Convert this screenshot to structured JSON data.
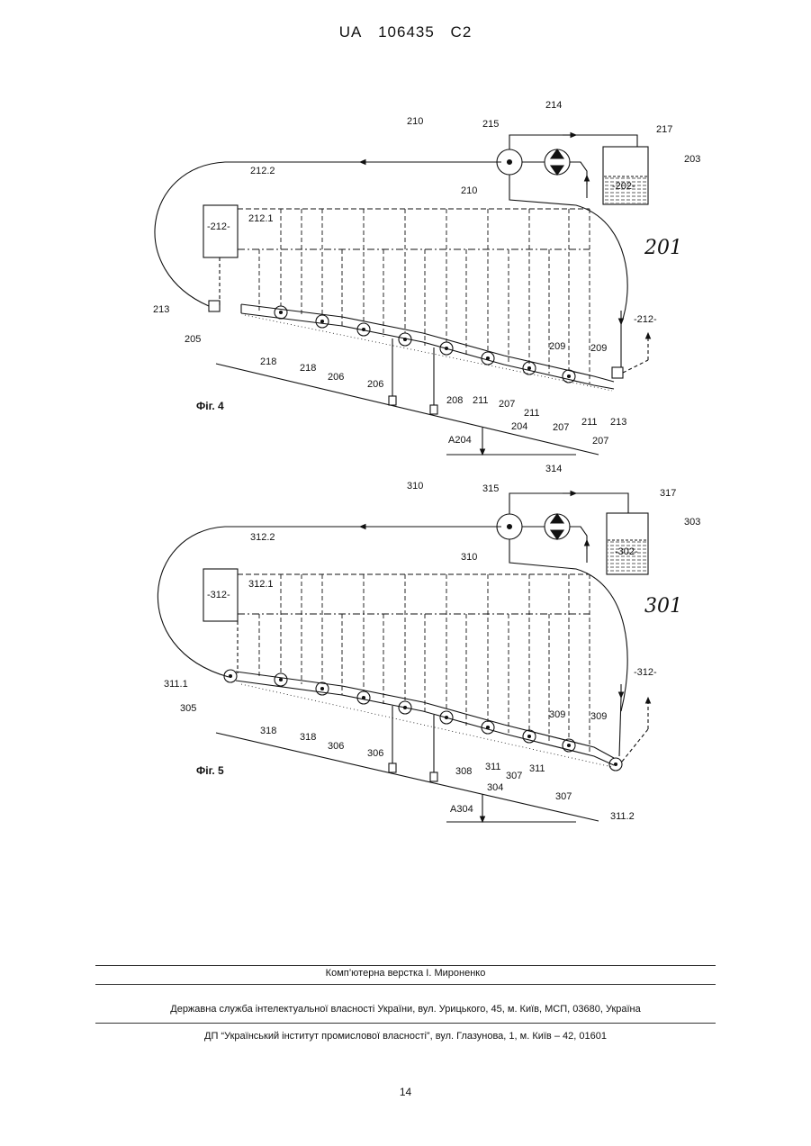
{
  "header": {
    "office": "UA",
    "number": "106435",
    "kind": "C2"
  },
  "figure4": {
    "caption": "Фіг. 4",
    "system_ref": "201",
    "labels": {
      "l210a": "210",
      "l210b": "210",
      "l215": "215",
      "l214": "214",
      "l217": "217",
      "l203": "203",
      "l202": "-202-",
      "l212_2": "212.2",
      "l212box": "-212-",
      "l212_1": "212.1",
      "l213a": "213",
      "l213b": "213",
      "l212right": "-212-",
      "l205": "205",
      "l218a": "218",
      "l218b": "218",
      "l206a": "206",
      "l206b": "206",
      "l208": "208",
      "l211a": "211",
      "l211b": "211",
      "l211c": "211",
      "l207a": "207",
      "l207b": "207",
      "l207c": "207",
      "l209a": "209",
      "l209b": "209",
      "l204": "204",
      "lA204": "A204"
    }
  },
  "figure5": {
    "caption": "Фіг. 5",
    "system_ref": "301",
    "labels": {
      "l310a": "310",
      "l310b": "310",
      "l315": "315",
      "l314": "314",
      "l317": "317",
      "l303": "303",
      "l302": "-302-",
      "l312_2": "312.2",
      "l312box": "-312-",
      "l312_1": "312.1",
      "l311_1": "311.1",
      "l311_2": "311.2",
      "l312right": "-312-",
      "l305": "305",
      "l318a": "318",
      "l318b": "318",
      "l306a": "306",
      "l306b": "306",
      "l308": "308",
      "l311a": "311",
      "l311b": "311",
      "l307a": "307",
      "l307b": "307",
      "l309a": "309",
      "l309b": "309",
      "l304": "304",
      "lA304": "A304"
    }
  },
  "footer": {
    "line1": "Комп’ютерна верстка І. Мироненко",
    "line2": "Державна служба інтелектуальної власності України, вул. Урицького, 45, м. Київ, МСП, 03680, Україна",
    "line3": "ДП “Український інститут промислової власності”, вул. Глазунова, 1, м. Київ – 42, 01601",
    "page": "14"
  }
}
